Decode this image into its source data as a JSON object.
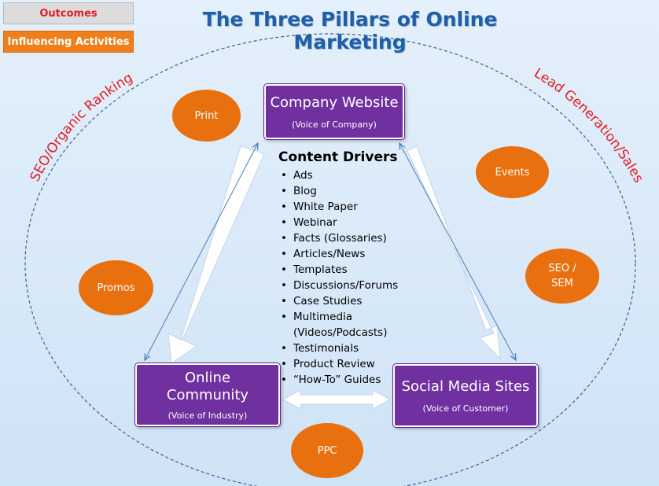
{
  "legend": {
    "outcomes": "Outcomes",
    "activities": "Influencing Activities"
  },
  "title": "The Three Pillars of Online Marketing",
  "outcomes": {
    "left": "SEO/Organic Ranking",
    "right": "Lead Generation/Sales"
  },
  "pillars": {
    "website": {
      "name": "Company Website",
      "sub": "(Voice of Company)"
    },
    "community": {
      "name_line1": "Online",
      "name_line2": "Community",
      "sub": "(Voice of Industry)"
    },
    "social": {
      "name": "Social Media Sites",
      "sub": "(Voice of Customer)"
    }
  },
  "content_drivers": {
    "title": "Content Drivers",
    "items": [
      "Ads",
      "Blog",
      "White Paper",
      "Webinar",
      "Facts (Glossaries)",
      "Articles/News",
      "Templates",
      "Discussions/Forums",
      "Case Studies",
      "Multimedia (Videos/Podcasts)",
      "Testimonials",
      "Product Review",
      "“How-To” Guides"
    ]
  },
  "activities": {
    "print": "Print",
    "events": "Events",
    "promos": "Promos",
    "seo_line1": "SEO /",
    "seo_line2": "SEM",
    "ppc": "PPC"
  },
  "colors": {
    "title": "#1f5fa8",
    "outcome": "#e31b23",
    "pillar": "#7030a0",
    "activity": "#e8700f",
    "connector": "#4a7ebb"
  }
}
